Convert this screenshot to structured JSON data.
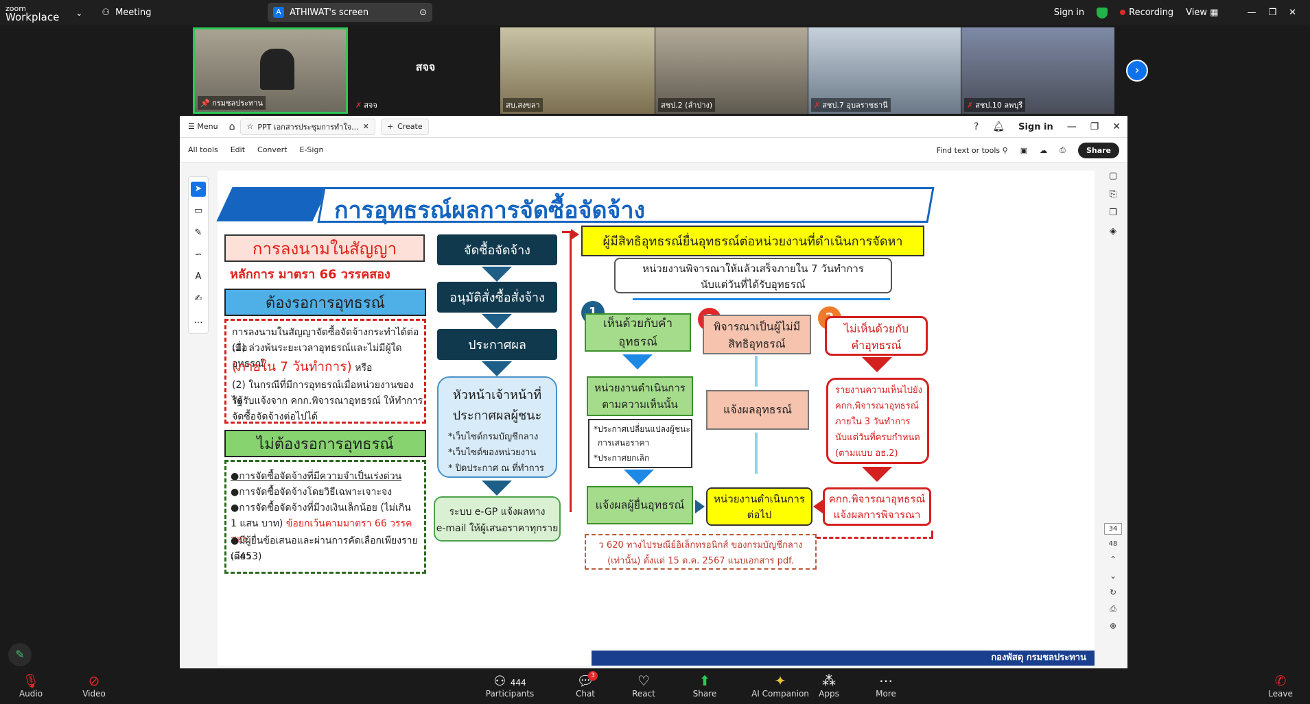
{
  "topbar": {
    "brand_zoom": "zoom",
    "brand_workplace": "Workplace",
    "meeting": "Meeting",
    "share_title": "ATHIWAT's screen",
    "sign_in": "Sign in",
    "recording": "Recording",
    "view": "View"
  },
  "tiles": [
    {
      "name": "กรมชลประทาน",
      "active": true,
      "bg": "#8d8a7d"
    },
    {
      "name": "สจจ",
      "label": "สจจ",
      "bg": "#1a1a1a"
    },
    {
      "name": "สบ.สงขลา",
      "bg": "#9a8c6d"
    },
    {
      "name": "สชป.2 (ลำปาง)",
      "bg": "#7d756a"
    },
    {
      "name": "สชป.7 อุบลราชธานี",
      "bg": "#8899aa"
    },
    {
      "name": "สชป.10 ลพบุรี",
      "bg": "#6b6b7a"
    }
  ],
  "acrobat": {
    "menu": "Menu",
    "tab_title": "PPT เอกสารประชุมการทำใจ...",
    "create": "Create",
    "sign_in": "Sign in",
    "tools": [
      "All tools",
      "Edit",
      "Convert",
      "E-Sign"
    ],
    "find": "Find text or tools",
    "share": "Share",
    "page_current": "34",
    "page_total": "48"
  },
  "slide": {
    "title": "การอุทธรณ์ผลการจัดซื้อจัดจ้าง",
    "sign_contract": "การลงนามในสัญญา",
    "principle": "หลักการ มาตรา 66 วรรคสอง",
    "wait_appeal": "ต้องรอการอุทธรณ์",
    "wait_text_1": "การลงนามในสัญญาจัดซื้อจัดจ้างกระทำได้ต่อเมื่อ",
    "wait_text_2": "(1) ล่วงพ้นระยะเวลาอุทธรณ์และไม่มีผู้ใดอุทธรณ์",
    "wait_text_3": "(ภายใน 7 วันทำการ)",
    "wait_text_3b": "หรือ",
    "wait_text_4": "(2) ในกรณีที่มีการอุทธรณ์เมื่อหน่วยงานของรัฐ",
    "wait_text_5": "ได้รับแจ้งจาก คกก.พิจารณาอุทธรณ์ ให้ทำการ",
    "wait_text_6": "จัดซื้อจัดจ้างต่อไปได้",
    "no_wait": "ไม่ต้องรอการอุทธรณ์",
    "no_wait_1": "●การจัดซื้อจัดจ้างที่มีความจำเป็นเร่งด่วน",
    "no_wait_2": "●การจัดซื้อจัดจ้างโดยวิธีเฉพาะเจาะจง",
    "no_wait_3": "●การจัดซื้อจัดจ้างที่มีวงเงินเล็กน้อย (ไม่เกิน",
    "no_wait_4a": "1 แสน บาท)",
    "no_wait_4b": "ข้อยกเว้นตามมาตรา 66 วรรคสอง",
    "no_wait_5": "●มีผู้ยื่นข้อเสนอและผ่านการคัดเลือกเพียงรายเดียว",
    "no_wait_6": "(ว453)",
    "step1": "จัดซื้อจัดจ้าง",
    "step2": "อนุมัติสั่งซื้อสั่งจ้าง",
    "step3": "ประกาศผล",
    "step4a": "หัวหน้าเจ้าหน้าที่",
    "step4b": "ประกาศผลผู้ชนะ",
    "step4c": "*เว็บไซต์กรมบัญชีกลาง",
    "step4d": "*เว็บไซต์ของหน่วยงาน",
    "step4e": "* ปิดประกาศ ณ ที่ทำการ",
    "step5a": "ระบบ e-GP แจ้งผลทาง",
    "step5b": "e-mail ให้ผู้เสนอราคาทุกราย",
    "appeal_head": "ผู้มีสิทธิอุทธรณ์ยื่นอุทธรณ์ต่อหน่วยงานที่ดำเนินการจัดหา",
    "agency_consider_a": "หน่วยงานพิจารณาให้แล้วเสร็จภายใน 7 วันทำการ",
    "agency_consider_b": "นับแต่วันที่ได้รับอุทธรณ์",
    "b1": "1",
    "b2": "2",
    "b3": "3",
    "agree": "เห็นด้วยกับคำอุทธรณ์",
    "not_entitled_a": "พิจารณาเป็นผู้ไม่มี",
    "not_entitled_b": "สิทธิอุทธรณ์",
    "disagree_a": "ไม่เห็นด้วยกับ",
    "disagree_b": "คำอุทธรณ์",
    "proceed_a": "หน่วยงานดำเนินการ",
    "proceed_b": "ตามความเห็นนั้น",
    "change_a": "*ประกาศเปลี่ยนแปลงผู้ชนะ",
    "change_b": "การเสนอราคา",
    "change_c": "*ประกาศยกเลิก",
    "notify_result": "แจ้งผลอุทธรณ์",
    "report_a": "รายงานความเห็นไปยัง",
    "report_b": "คกก.พิจารณาอุทธรณ์",
    "report_c": "ภายใน 3 วันทำการ",
    "report_d": "นับแต่วันที่ครบกำหนด",
    "report_e": "(ตามแบบ อธ.2)",
    "notify_appellant": "แจ้งผลผู้ยื่นอุทธรณ์",
    "agency_next_a": "หน่วยงานดำเนินการ",
    "agency_next_b": "ต่อไป",
    "committee_a": "คกก.พิจารณาอุทธรณ์",
    "committee_b": "แจ้งผลการพิจารณา",
    "note_a": "ว 620 ทางไปรษณีย์อิเล็กทรอนิกส์ ของกรมบัญชีกลาง",
    "note_b": "(เท่านั้น) ตั้งแต่ 15 ต.ค. 2567 แนบเอกสาร pdf.",
    "footer": "กองพัสดุ  กรมชลประทาน"
  },
  "bottombar": {
    "audio": "Audio",
    "video": "Video",
    "participants": "Participants",
    "participant_count": "444",
    "chat": "Chat",
    "chat_badge": "3",
    "react": "React",
    "share": "Share",
    "ai": "AI Companion",
    "apps": "Apps",
    "more": "More",
    "leave": "Leave"
  },
  "colors": {
    "accent": "#0e72ed",
    "green": "#2fc657",
    "record": "#e02828"
  }
}
